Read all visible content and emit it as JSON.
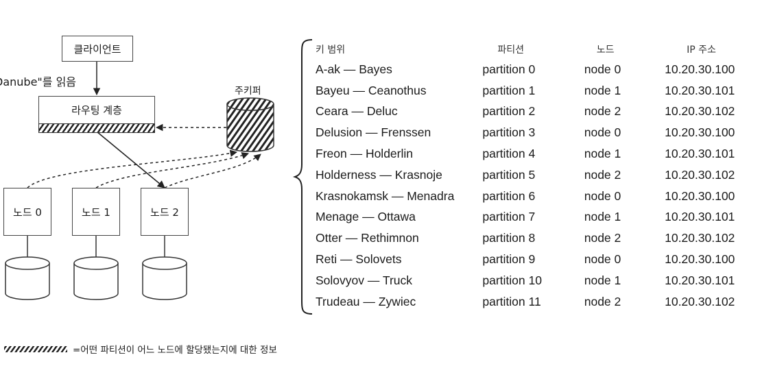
{
  "diagram": {
    "client_label": "클라이언트",
    "read_label": "Danube\"를 읽음",
    "routing_label": "라우팅 계층",
    "zookeeper_label": "주키퍼",
    "nodes": [
      "노드 0",
      "노드 1",
      "노드 2"
    ]
  },
  "table": {
    "headers": [
      "키 범위",
      "파티션",
      "노드",
      "IP 주소"
    ],
    "rows": [
      [
        "A-ak — Bayes",
        "partition 0",
        "node 0",
        "10.20.30.100"
      ],
      [
        "Bayeu — Ceanothus",
        "partition 1",
        "node 1",
        "10.20.30.101"
      ],
      [
        "Ceara — Deluc",
        "partition 2",
        "node 2",
        "10.20.30.102"
      ],
      [
        "Delusion — Frenssen",
        "partition 3",
        "node 0",
        "10.20.30.100"
      ],
      [
        "Freon — Holderlin",
        "partition 4",
        "node 1",
        "10.20.30.101"
      ],
      [
        "Holderness — Krasnoje",
        "partition 5",
        "node 2",
        "10.20.30.102"
      ],
      [
        "Krasnokamsk — Menadra",
        "partition 6",
        "node 0",
        "10.20.30.100"
      ],
      [
        "Menage — Ottawa",
        "partition 7",
        "node 1",
        "10.20.30.101"
      ],
      [
        "Otter — Rethimnon",
        "partition 8",
        "node 2",
        "10.20.30.102"
      ],
      [
        "Reti — Solovets",
        "partition 9",
        "node 0",
        "10.20.30.100"
      ],
      [
        "Solovyov — Truck",
        "partition 10",
        "node 1",
        "10.20.30.101"
      ],
      [
        "Trudeau — Zywiec",
        "partition 11",
        "node 2",
        "10.20.30.102"
      ]
    ]
  },
  "legend": {
    "text": "=어떤 파티션이 어느 노드에 할당됐는지에 대한 정보"
  }
}
